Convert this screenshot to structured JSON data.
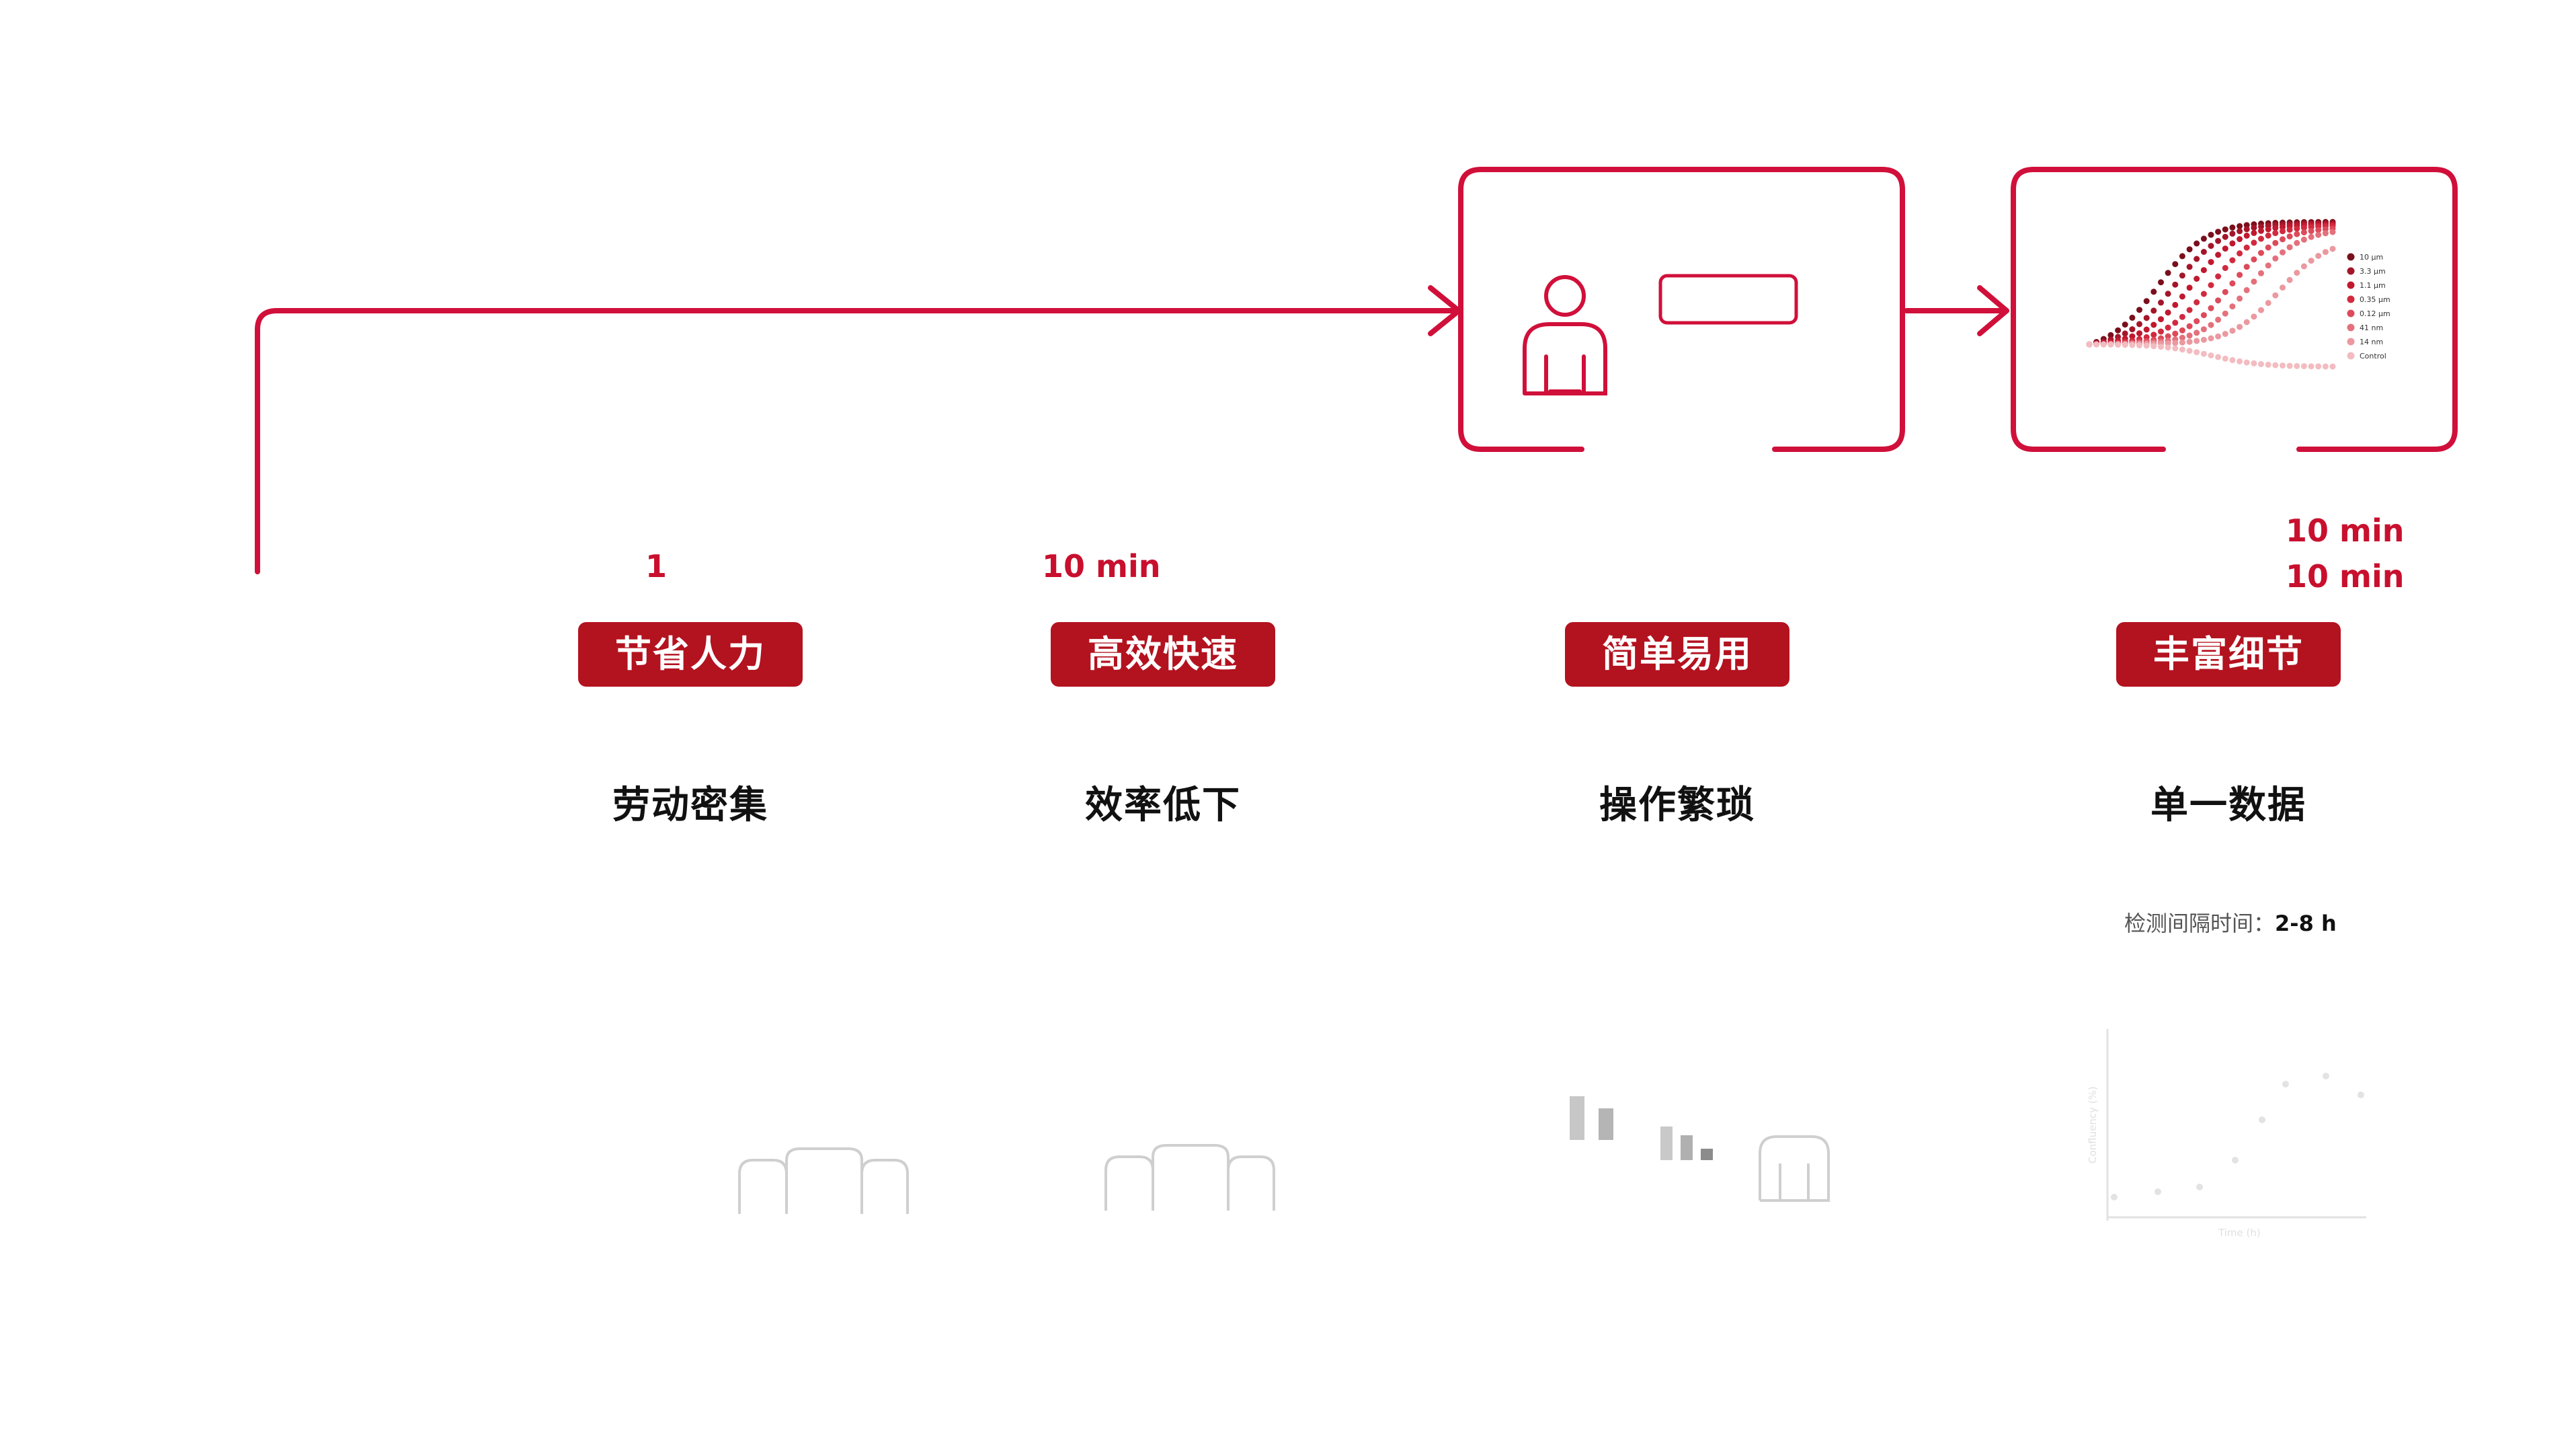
{
  "colors": {
    "accent": "#d0103a",
    "badge": "#b3121f",
    "text": "#111111"
  },
  "stages": [
    {
      "number": "1",
      "badge": "节省人力",
      "title": "劳动密集"
    },
    {
      "number": "10 min",
      "badge": "高效快速",
      "title": "效率低下"
    },
    {
      "badge": "简单易用",
      "title": "操作繁琐"
    },
    {
      "number_1": "10 min",
      "number_2": "10 min",
      "badge": "丰富细节",
      "title": "单一数据",
      "interval_label": "检测间隔时间：",
      "interval_value": "2-8 h"
    }
  ],
  "chart_legend": [
    "10 μm",
    "3.3 μm",
    "1.1 μm",
    "0.35 μm",
    "0.12 μm",
    "41 nm",
    "14 nm",
    "Control"
  ],
  "faded_chart": {
    "ylabel": "Confluency (%)",
    "xlabel": "Time (h)"
  },
  "icons": [
    "person-icon",
    "instrument-screen-icon",
    "instrument-icon",
    "people-group-icon",
    "bar-icon"
  ]
}
